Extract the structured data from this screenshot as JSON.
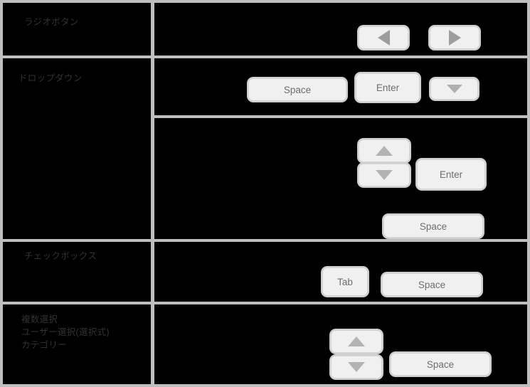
{
  "page": {
    "background_color": "#bfbfbf",
    "cell_color": "#000000",
    "divider_color": "#bfbfbf",
    "label_color": "#323232",
    "key_face_color": "#f0f0f0",
    "key_label_color": "#6e6e6e",
    "glyph_color": "#9d9d9d"
  },
  "rows": [
    {
      "id": "radio-button",
      "labels": [
        "ラジオボタン"
      ],
      "keys": [
        {
          "name": "arrow-left-key",
          "label": "",
          "icon": "triangle-left-icon"
        },
        {
          "name": "arrow-right-key",
          "label": "",
          "icon": "triangle-right-icon"
        }
      ]
    },
    {
      "id": "dropdown",
      "labels": [
        "ドロップダウン"
      ],
      "keys": [
        {
          "name": "space-key",
          "label": "Space",
          "icon": ""
        },
        {
          "name": "enter-key",
          "label": "Enter",
          "icon": ""
        },
        {
          "name": "arrow-down-key",
          "label": "",
          "icon": "triangle-down-icon"
        }
      ],
      "subrow_keys": [
        {
          "name": "arrow-up-key",
          "label": "",
          "icon": "triangle-up-icon"
        },
        {
          "name": "arrow-down-key",
          "label": "",
          "icon": "triangle-down-icon"
        },
        {
          "name": "enter-key",
          "label": "Enter",
          "icon": ""
        },
        {
          "name": "space-key",
          "label": "Space",
          "icon": ""
        }
      ]
    },
    {
      "id": "checkbox",
      "labels": [
        "チェックボックス"
      ],
      "keys": [
        {
          "name": "tab-key",
          "label": "Tab",
          "icon": ""
        },
        {
          "name": "space-key",
          "label": "Space",
          "icon": ""
        }
      ]
    },
    {
      "id": "multi-select",
      "labels": [
        "複数選択",
        "ユーザー選択(選択式)",
        "カテゴリー"
      ],
      "keys": [
        {
          "name": "arrow-up-key",
          "label": "",
          "icon": "triangle-up-icon"
        },
        {
          "name": "arrow-down-key",
          "label": "",
          "icon": "triangle-down-icon"
        },
        {
          "name": "space-key",
          "label": "Space",
          "icon": ""
        }
      ]
    }
  ]
}
